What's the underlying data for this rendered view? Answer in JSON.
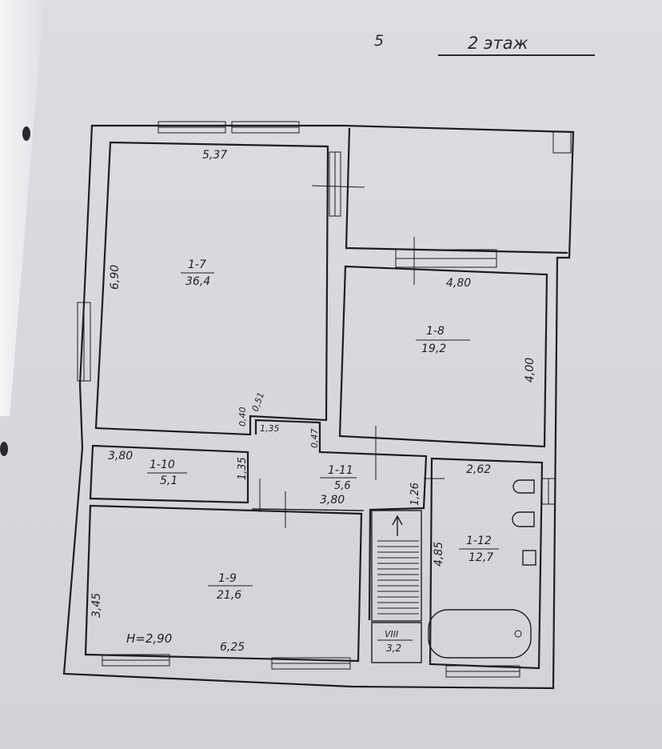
{
  "header": {
    "page_number": "5",
    "floor_title": "2 этаж"
  },
  "rooms": [
    {
      "id": "1-7",
      "area": "36,4",
      "dims": [
        "5,37",
        "6,90"
      ]
    },
    {
      "id": "1-8",
      "area": "19,2",
      "dims": [
        "4,80",
        "4,00"
      ]
    },
    {
      "id": "1-9",
      "area": "21,6",
      "dims": [
        "6,25",
        "3,45"
      ],
      "height": "H=2,90"
    },
    {
      "id": "1-10",
      "area": "5,1",
      "dims": [
        "3,80",
        "1,35"
      ]
    },
    {
      "id": "1-11",
      "area": "5,6",
      "dims": [
        "3,80",
        "1,26"
      ]
    },
    {
      "id": "1-12",
      "area": "12,7",
      "dims": [
        "2,62",
        "4,85"
      ]
    },
    {
      "id": "VIII",
      "area": "3,2"
    }
  ],
  "small_dims": {
    "d051": "0,51",
    "d040": "0,40",
    "d135": "1,35",
    "d047": "0,47"
  }
}
